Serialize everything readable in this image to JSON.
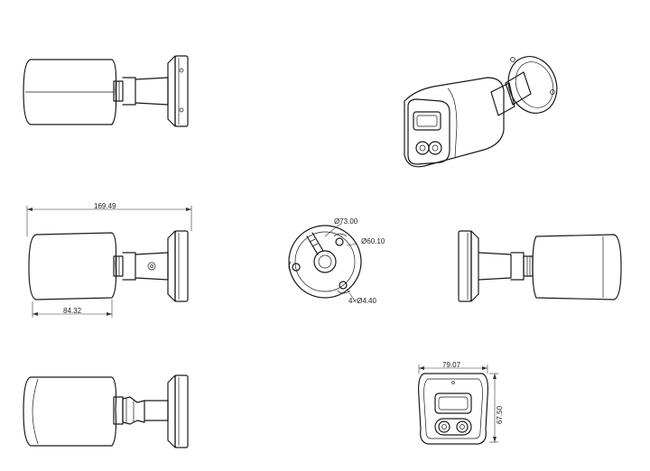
{
  "dimensions": {
    "side_total_length": "169.49",
    "side_body_length": "84.32",
    "front_width": "79.07",
    "front_height": "67.50",
    "mount_outer_diameter": "Ø73.00",
    "mount_inner_diameter": "Ø60.10",
    "mount_holes": "4×Ø4.40"
  },
  "colors": {
    "line": "#1a1a1a",
    "background": "#ffffff"
  }
}
